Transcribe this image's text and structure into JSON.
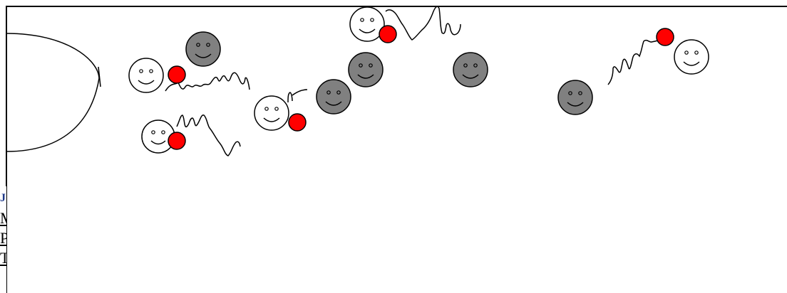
{
  "diagram": {
    "colors": {
      "offense": "#ffffff",
      "defense": "#808080",
      "ball": "#ff0000",
      "line": "#000000"
    },
    "players": [
      {
        "team": "offense",
        "icon": "smiley-icon"
      },
      {
        "team": "offense",
        "icon": "smiley-icon"
      },
      {
        "team": "offense",
        "icon": "smiley-icon"
      },
      {
        "team": "offense",
        "icon": "smiley-icon"
      },
      {
        "team": "offense",
        "icon": "smiley-icon"
      },
      {
        "team": "defense",
        "icon": "smiley-icon"
      },
      {
        "team": "defense",
        "icon": "smiley-icon"
      },
      {
        "team": "defense",
        "icon": "smiley-icon"
      },
      {
        "team": "defense",
        "icon": "smiley-icon"
      },
      {
        "team": "defense",
        "icon": "smiley-icon"
      }
    ],
    "balls": 5
  },
  "clipped_text": {
    "line_j": "J",
    "line_1": "M",
    "line_2": "P",
    "line_3": "T"
  }
}
